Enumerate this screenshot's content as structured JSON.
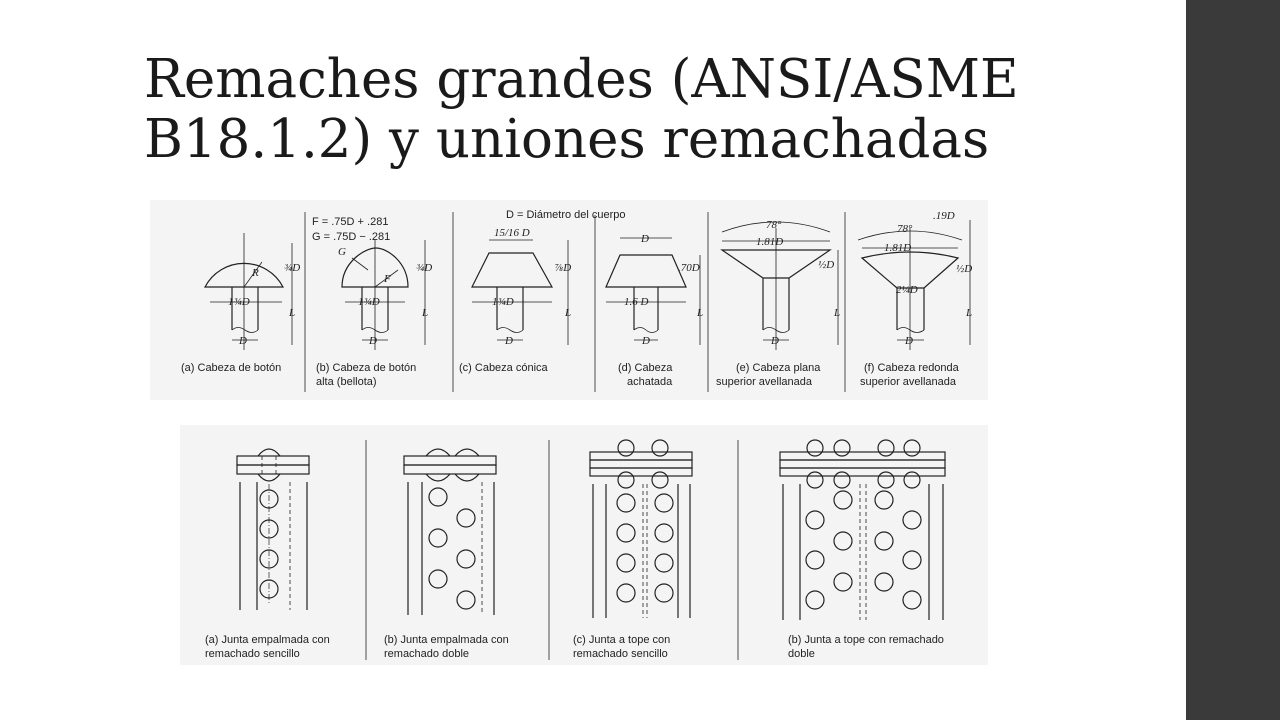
{
  "slide": {
    "title": "Remaches grandes (ANSI/ASME B18.1.2) y uniones remachadas"
  },
  "rivet_heads": {
    "formula_f": "F = .75D + .281",
    "formula_g": "G = .75D − .281",
    "d_note": "D = Diámetro del cuerpo",
    "captions": [
      {
        "line1": "(a) Cabeza de botón",
        "line2": ""
      },
      {
        "line1": "(b) Cabeza de botón",
        "line2": "alta (bellota)"
      },
      {
        "line1": "(c) Cabeza cónica",
        "line2": ""
      },
      {
        "line1": "(d) Cabeza",
        "line2": "achatada"
      },
      {
        "line1": "(e) Cabeza plana",
        "line2": "superior avellanada"
      },
      {
        "line1": "(f) Cabeza redonda",
        "line2": "superior avellanada"
      }
    ],
    "dims": {
      "a_width": "1¾D",
      "a_height": "¾D",
      "a_radius": "R",
      "b_width": "1¾D",
      "b_height": "¾D",
      "b_g": "G",
      "b_f": "F",
      "c_top": "15/16 D",
      "c_width": "1¾D",
      "c_height": "⅞D",
      "d_top": "D",
      "d_width": "1.6 D",
      "d_height": ".70D",
      "e_angle": "78°",
      "e_width": "1.81D",
      "e_height": "½D",
      "f_angle": "78°",
      "f_width": "1.81D",
      "f_top": ".19D",
      "f_radius": "2¼D",
      "f_height": "½D",
      "shank": "D",
      "length": "L"
    }
  },
  "joints": {
    "captions": [
      {
        "line1": "(a) Junta empalmada con",
        "line2": "remachado sencillo"
      },
      {
        "line1": "(b) Junta empalmada con",
        "line2": "remachado doble"
      },
      {
        "line1": "(c) Junta a tope con",
        "line2": "remachado sencillo"
      },
      {
        "line1": "(b) Junta a tope con remachado",
        "line2": "doble"
      }
    ]
  }
}
